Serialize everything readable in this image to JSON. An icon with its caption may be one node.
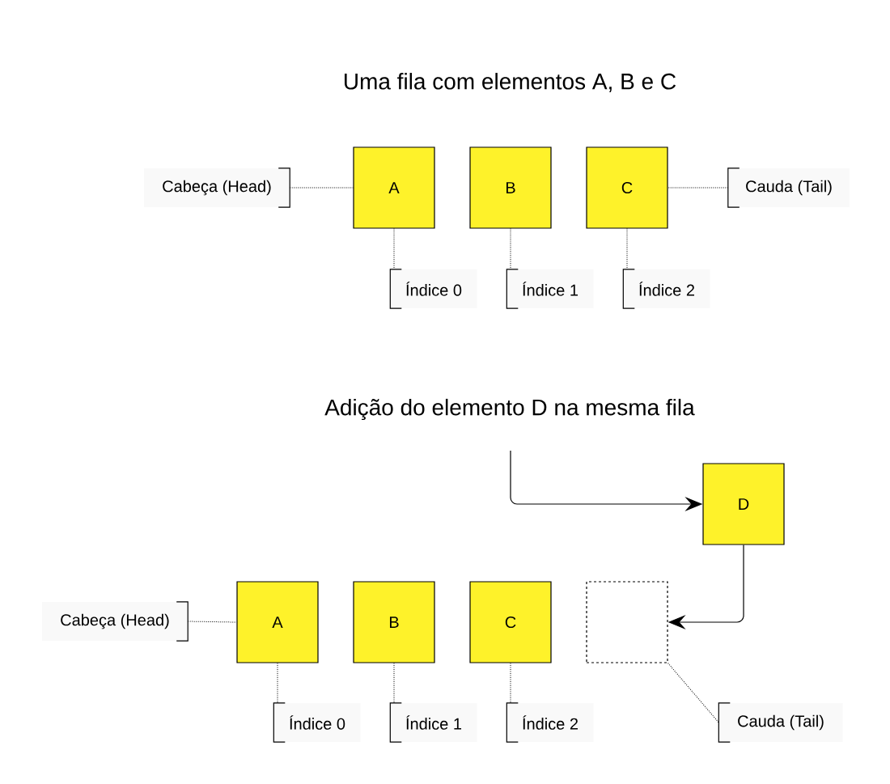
{
  "diagram": {
    "nodes": [
      {
        "text": [
          "Cabeça (Head)"
        ]
      },
      {
        "text": [
          "A"
        ]
      },
      {
        "text": [
          "B"
        ]
      },
      {
        "text": [
          "C"
        ]
      },
      {
        "text": [
          "Cauda (Tail)"
        ]
      },
      {
        "text": [
          "Índice 0"
        ]
      },
      {
        "text": [
          "Índice 1"
        ]
      },
      {
        "text": [
          "Índice 2"
        ]
      },
      {
        "text": [
          "D"
        ]
      },
      {
        "text": [
          "Cabeça (Head)"
        ]
      },
      {
        "text": [
          "A"
        ]
      },
      {
        "text": [
          "B"
        ]
      },
      {
        "text": [
          "C"
        ]
      },
      {
        "text": [],
        "shape": "box"
      },
      {
        "text": [
          "Índice 0"
        ]
      },
      {
        "text": [
          "Índice 1"
        ]
      },
      {
        "text": [
          "Índice 2"
        ]
      },
      {
        "text": [
          "Cauda (Tail)"
        ]
      }
    ],
    "edges": [
      {
        "from": 0,
        "to": 1,
        "arrow": "none",
        "style": "dashed"
      },
      {
        "from": 4,
        "to": 3,
        "arrow": "none",
        "style": "dashed"
      },
      {
        "from": 5,
        "to": 1,
        "arrow": "none",
        "style": "dashed"
      },
      {
        "from": 6,
        "to": 2,
        "arrow": "none",
        "style": "dashed"
      },
      {
        "from": 7,
        "to": 3,
        "arrow": "none",
        "style": "dashed"
      },
      {
        "from": null,
        "to": 8,
        "arrow": "to"
      },
      {
        "from": 8,
        "to": 13,
        "arrow": "to"
      },
      {
        "from": 9,
        "to": 10,
        "arrow": "none",
        "style": "dashed"
      },
      {
        "from": 14,
        "to": 10,
        "arrow": "none",
        "style": "dashed"
      },
      {
        "from": 15,
        "to": 11,
        "arrow": "none",
        "style": "dashed"
      },
      {
        "from": 16,
        "to": 12,
        "arrow": "none",
        "style": "dashed"
      },
      {
        "from": 17,
        "to": 13,
        "arrow": "none",
        "style": "dashed"
      }
    ],
    "labels": [
      "Uma fila com elementos A, B e C",
      "Adição do elemento D na mesma fila"
    ]
  }
}
